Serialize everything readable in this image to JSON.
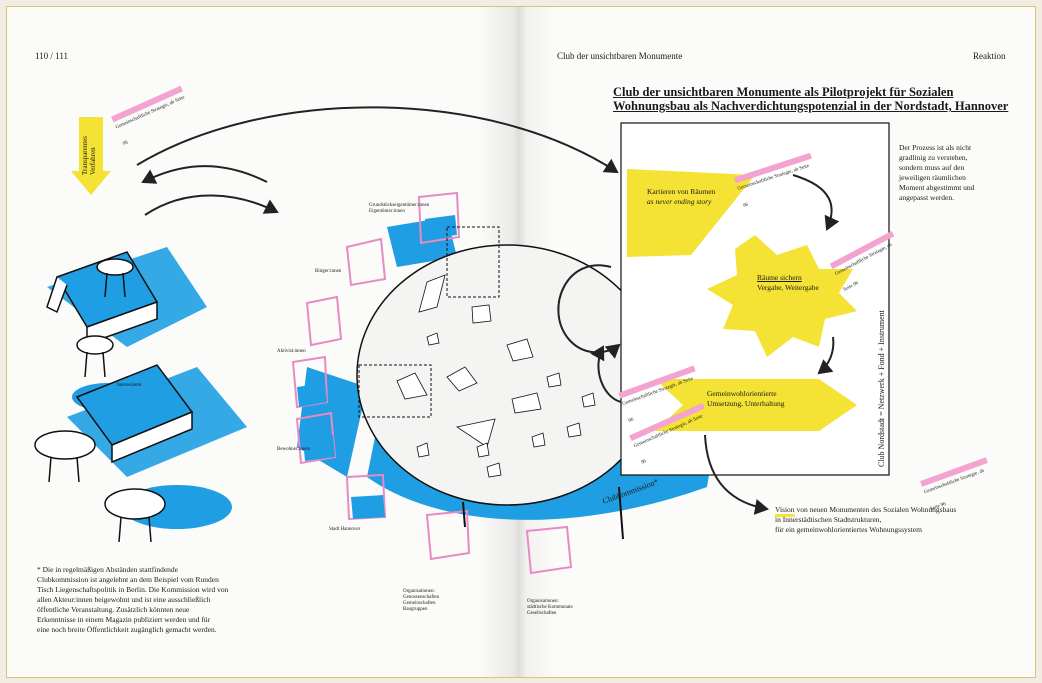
{
  "header": {
    "page_numbers": "110 / 111",
    "center_title": "Club der unsichtbaren Monumente",
    "section": "Reaktion"
  },
  "title_line1": "Club der unsichtbaren Monumente als Pilotprojekt für Sozialen",
  "title_line2": "Wohnungsbau als Nachverdichtungspotenzial in der Nordstadt, Hannover",
  "arrow_label": "Transparentes Verfahren",
  "process_note": [
    "Der Prozess ist als nicht",
    "gradlinig zu verstehen,",
    "sondern muss auf den",
    "jeweiligen räumlichen",
    "Moment abgestimmt und",
    "angepasst werden."
  ],
  "steps": {
    "step1_title": "Kartieren von Räumen",
    "step1_sub": "as never ending story",
    "step2_title": "Räume sichern",
    "step2_sub": "Vergabe, Weitergabe",
    "step3_title": "Gemeinwohlorientierte",
    "step3_sub": "Umsetzung, Unterhaltung"
  },
  "vertical_label": "Club Nordstadt = Netzwerk + Fond + Instrument",
  "table_label": "Clubkommission*",
  "vision": {
    "word": "Vision",
    "line1_rest": " von neuen Monumenten des Sozialen Wohnungsbaus",
    "line2": "in Innerstädtischen Stadtstrukturen,",
    "line3": "für ein gemeinwohlorientiertes Wohnungssystem"
  },
  "footnote": [
    "* Die in regelmäßigen Abständen stattfindende",
    "Clubkommission  ist angelehnt an dem Beispiel vom Runden",
    "Tisch Liegenschaftspolitik in Berlin. Die Kommission wird von",
    "allen Akteur:innen beigewohnt und ist eine ausschließlich",
    "öffentliche Veranstaltung. Zusätzlich könnten neue",
    "Erkenntnisse in einem Magazin publiziert werden und für",
    "eine noch breite Öffentlichkeit zugänglich gemacht werden."
  ],
  "chair_labels": {
    "owners": [
      "Grundstückseigentümer:innen",
      "Eigentümer:innen"
    ],
    "citizens": "Bürger:innen",
    "activists": "Aktivist:innen",
    "residents": "Bewohner:innen",
    "city": "Stadt Hannover",
    "orgs1": [
      "Organisationen:",
      "Genossenschaften",
      "Gemeinschaften",
      "Baugruppen"
    ],
    "orgs2": [
      "Organisationen:",
      "städtische Kommunale",
      "Gesellschaften"
    ],
    "sessellabel": "Interessierte"
  },
  "sticker_text": "Gemeinschaftliche Strategie, ab Seite 96",
  "colors": {
    "yellow": "#f4e234",
    "blue": "#1f9ee3",
    "pink": "#f2a3cf"
  }
}
